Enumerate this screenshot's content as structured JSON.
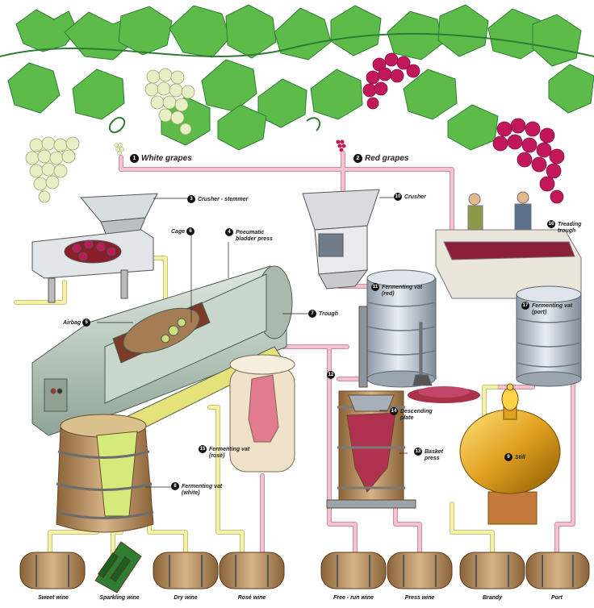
{
  "labels": {
    "white_grapes": {
      "num": "1",
      "text": "White grapes"
    },
    "red_grapes": {
      "num": "2",
      "text": "Red grapes"
    },
    "crusher_stemmer": {
      "num": "3",
      "text": "Crusher - stemmer"
    },
    "pneumatic_press": {
      "num": "4",
      "text": "Pneumatic",
      "text2": "bladder press"
    },
    "airbag": {
      "num": "5",
      "text": "Airbag"
    },
    "cage": {
      "num": "6",
      "text": "Cage"
    },
    "trough": {
      "num": "7",
      "text": "Trough"
    },
    "fermenting_white": {
      "num": "8",
      "text": "Fermenting vat",
      "text2": "(white)"
    },
    "still": {
      "num": "9",
      "text": "Still"
    },
    "crusher": {
      "num": "10",
      "text": "Crusher"
    },
    "fermenting_red": {
      "num": "11",
      "text": "Fermenting vat",
      "text2": "(red)"
    },
    "pipe12": {
      "num": "12",
      "text": ""
    },
    "basket_press": {
      "num": "13",
      "text": "Basket",
      "text2": "press"
    },
    "descending_plate": {
      "num": "14",
      "text": "Descending",
      "text2": "plate"
    },
    "fermenting_rose": {
      "num": "15",
      "text": "Fermenting vat",
      "text2": "(rosé)"
    },
    "treading_trough": {
      "num": "16",
      "text": "Treading",
      "text2": "trough"
    },
    "fermenting_port": {
      "num": "17",
      "text": "Fermenting vat",
      "text2": "(port)"
    }
  },
  "barrels": [
    "Sweet wine",
    "Sparkling wine",
    "Dry wine",
    "Rosé wine",
    "Free - run wine",
    "Press wine",
    "Brandy",
    "Port"
  ],
  "colors": {
    "pipe_pink": "#f2b8c6",
    "pipe_yellow": "#f3efa0",
    "leaf": "#4caf50",
    "white_grape": "#e8f2c0",
    "red_grape": "#c2185b",
    "steel": "#b9c3cc",
    "wood": "#c49a6c",
    "still_gold": "#e0a020"
  }
}
